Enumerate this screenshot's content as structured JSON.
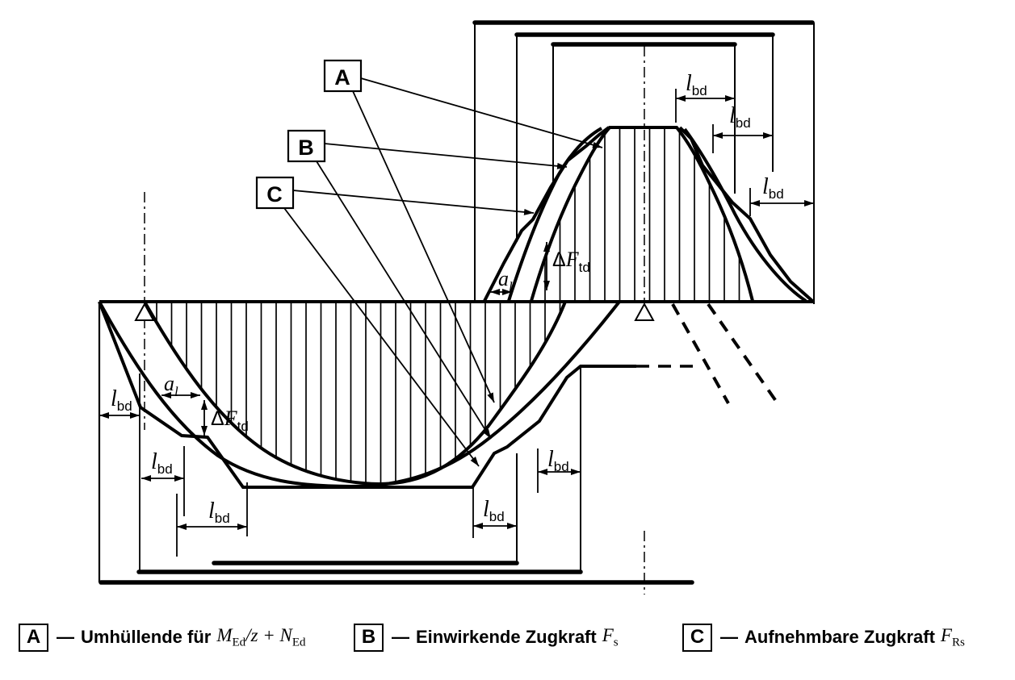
{
  "figure": {
    "background": "#ffffff",
    "line_color": "#000000",
    "description": "Curtailment of longitudinal reinforcement - tensile force envelopes"
  },
  "callouts": {
    "a": "A",
    "b": "B",
    "c": "C"
  },
  "dims": {
    "lbd": {
      "main": "l",
      "sub": "bd"
    },
    "al": {
      "main": "a",
      "sub": "l"
    },
    "dftd": {
      "delta": "Δ",
      "main": "F",
      "sub": "td"
    }
  },
  "legend": {
    "items": [
      {
        "key": "A",
        "dash": "—",
        "label": "Umhüllende für",
        "math1": "M",
        "sub1": "Ed",
        "math2": "/z + N",
        "sub2": "Ed"
      },
      {
        "key": "B",
        "dash": "—",
        "label": "Einwirkende Zugkraft",
        "math1": "F",
        "sub1": "s",
        "math2": "",
        "sub2": ""
      },
      {
        "key": "C",
        "dash": "—",
        "label": "Aufnehmbare Zugkraft",
        "math1": "F",
        "sub1": "Rs",
        "math2": "",
        "sub2": ""
      }
    ]
  }
}
